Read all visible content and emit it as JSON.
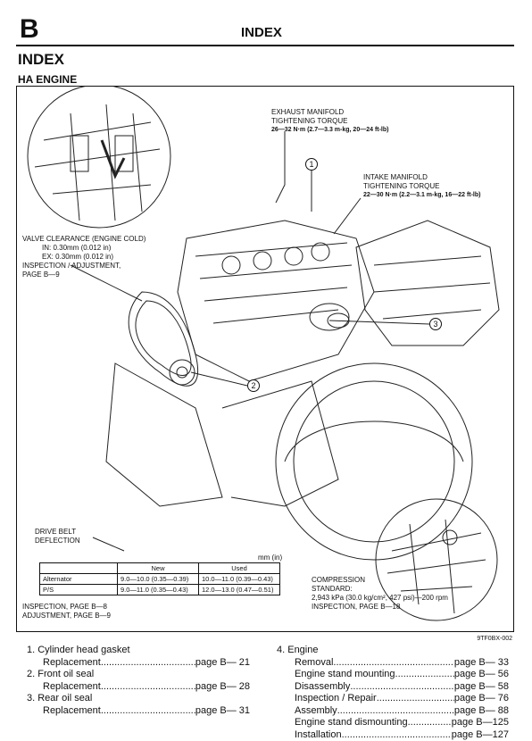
{
  "header": {
    "section_letter": "B",
    "title": "INDEX"
  },
  "page_title": "INDEX",
  "subtitle": "HA ENGINE",
  "diagram": {
    "exhaust": {
      "line1": "EXHAUST MANIFOLD",
      "line2": "TIGHTENING TORQUE",
      "line3": "26—32 N·m (2.7—3.3 m-kg, 20—24 ft-lb)"
    },
    "intake": {
      "line1": "INTAKE MANIFOLD",
      "line2": "TIGHTENING TORQUE",
      "line3": "22—30 N·m (2.2—3.1 m-kg, 16—22 ft-lb)"
    },
    "valve": {
      "line1": "VALVE CLEARANCE (ENGINE COLD)",
      "line2": "IN: 0.30mm (0.012 in)",
      "line3": "EX: 0.30mm (0.012 in)",
      "line4": "INSPECTION / ADJUSTMENT,",
      "line5": "PAGE B—9"
    },
    "drive_belt": {
      "line1": "DRIVE BELT",
      "line2": "DEFLECTION"
    },
    "unit": "mm (in)",
    "callout_1": "1",
    "callout_2": "2",
    "callout_3": "3",
    "belt_table": {
      "col_new": "New",
      "col_used": "Used",
      "rows": [
        {
          "name": "Alternator",
          "new": "9.0—10.0 (0.35—0.39)",
          "used": "10.0—11.0 (0.39—0.43)"
        },
        {
          "name": "P/S",
          "new": "9.0—11.0 (0.35—0.43)",
          "used": "12.0—13.0 (0.47—0.51)"
        }
      ]
    },
    "belt_refs": {
      "line1": "INSPECTION, PAGE B—8",
      "line2": "ADJUSTMENT, PAGE B—9"
    },
    "compression": {
      "line1": "COMPRESSION",
      "line2": "STANDARD:",
      "line3": "2,943 kPa (30.0 kg/cm², 427 psi)—200 rpm",
      "line4": "INSPECTION, PAGE B—18"
    },
    "figure_code": "9TF0BX-002"
  },
  "index_left": [
    {
      "title": "1. Cylinder head gasket",
      "items": [
        {
          "label": "Replacement",
          "page": "page B— 21"
        }
      ]
    },
    {
      "title": "2. Front oil seal",
      "items": [
        {
          "label": "Replacement",
          "page": "page B— 28"
        }
      ]
    },
    {
      "title": "3. Rear oil seal",
      "items": [
        {
          "label": "Replacement",
          "page": "page B— 31"
        }
      ]
    }
  ],
  "index_right": {
    "title": "4. Engine",
    "items": [
      {
        "label": "Removal",
        "page": "page B— 33"
      },
      {
        "label": "Engine stand mounting",
        "page": "page B— 56"
      },
      {
        "label": "Disassembly",
        "page": "page B— 58"
      },
      {
        "label": "Inspection / Repair",
        "page": "page B— 76"
      },
      {
        "label": "Assembly",
        "page": "page B— 88"
      },
      {
        "label": "Engine stand dismounting",
        "page": "page B—125"
      },
      {
        "label": "Installation",
        "page": "page B—127"
      }
    ]
  }
}
